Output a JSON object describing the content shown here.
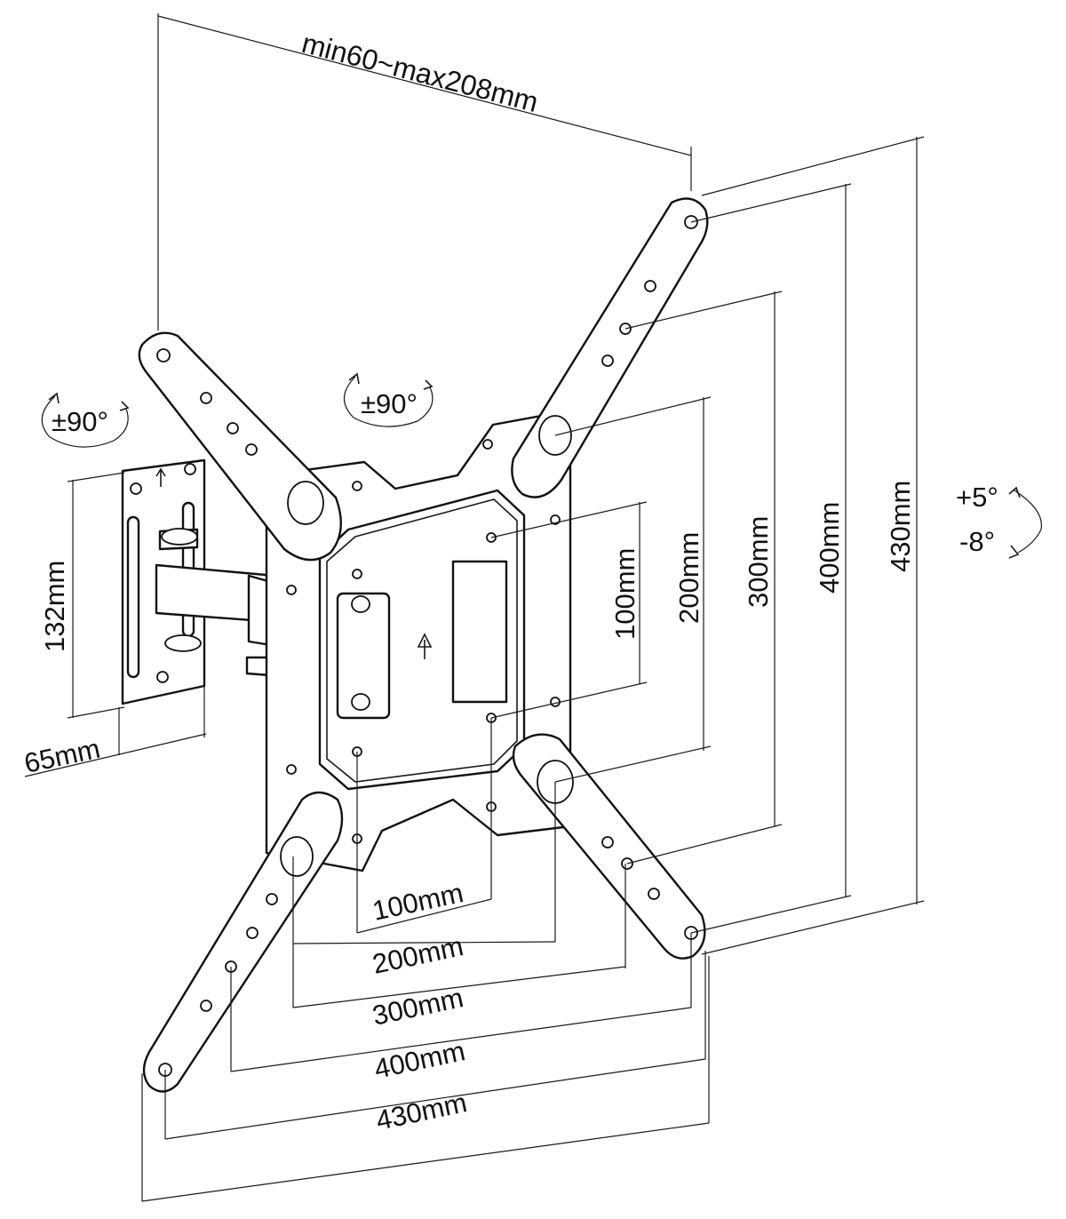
{
  "diagram": {
    "labels": {
      "adjust_width": "min60~max208mm",
      "swivel_left": "±90°",
      "rotate_center": "±90°",
      "tilt_up": "+5°",
      "tilt_down": "-8°",
      "wall_plate_height": "132mm",
      "wall_plate_width": "65mm",
      "vert_100": "100mm",
      "vert_200": "200mm",
      "vert_300": "300mm",
      "vert_400": "400mm",
      "vert_430": "430mm",
      "horiz_100": "100mm",
      "horiz_200": "200mm",
      "horiz_300": "300mm",
      "horiz_400": "400mm",
      "horiz_430": "430mm"
    },
    "colors": {
      "line": "#111111",
      "background": "#ffffff"
    }
  }
}
